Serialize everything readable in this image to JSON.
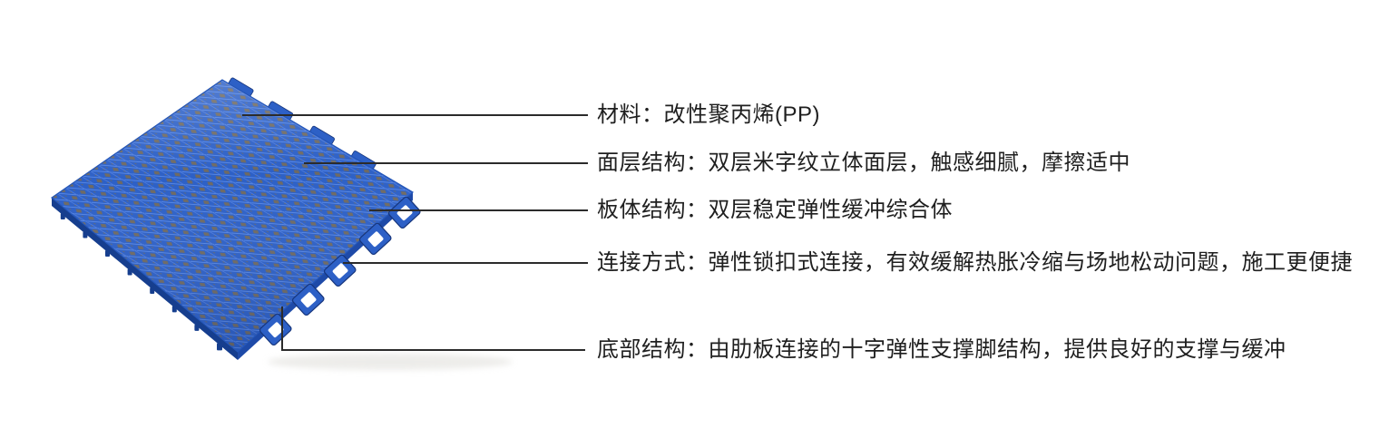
{
  "page": {
    "background_color": "#ffffff"
  },
  "illustration": {
    "subject": "blue-interlocking-sport-floor-tile",
    "colors": {
      "tile_blue": "#2d60c6",
      "tile_blue_highlight": "#5c8ce8",
      "tile_blue_dark": "#1e4aa8",
      "tile_blue_darker": "#163e8e",
      "hole_gray": "#6f6a62",
      "leader_line": "#2b2b2b",
      "text": "#1f1f1f"
    }
  },
  "annotations": {
    "items": [
      {
        "id": "material",
        "label": "材料：改性聚丙烯(PP)"
      },
      {
        "id": "surface",
        "label": "面层结构：双层米字纹立体面层，触感细腻，摩擦适中"
      },
      {
        "id": "board",
        "label": "板体结构：双层稳定弹性缓冲综合体"
      },
      {
        "id": "connection",
        "label": "连接方式：弹性锁扣式连接，有效缓解热胀冷缩与场地松动问题，施工更便捷"
      },
      {
        "id": "bottom",
        "label": "底部结构：由肋板连接的十字弹性支撑脚结构，提供良好的支撑与缓冲"
      }
    ]
  }
}
